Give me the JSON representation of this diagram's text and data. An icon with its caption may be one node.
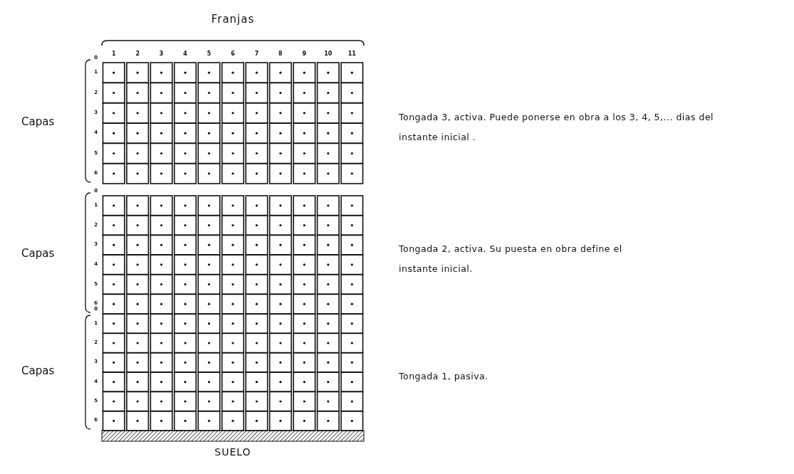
{
  "diagram": {
    "labels": [
      "Franjas",
      "1",
      "2",
      "3",
      "4",
      "5",
      "6",
      "7",
      "8",
      "9",
      "10",
      "11",
      "0",
      "1",
      "2",
      "3",
      "4",
      "5",
      "6",
      "Capas",
      "Tongada 3, activa. Puede ponerse en obra a los 3, 4, 5,... dias del instante inicial .",
      "0",
      "1",
      "2",
      "3",
      "4",
      "5",
      "6",
      "Capas",
      "Tongada 2, activa. Su puesta en obra define el instante inicial.",
      "0",
      "1",
      "2",
      "3",
      "4",
      "5",
      "6",
      "Capas",
      "Tongada 1, pasiva.",
      "SUELO"
    ]
  }
}
